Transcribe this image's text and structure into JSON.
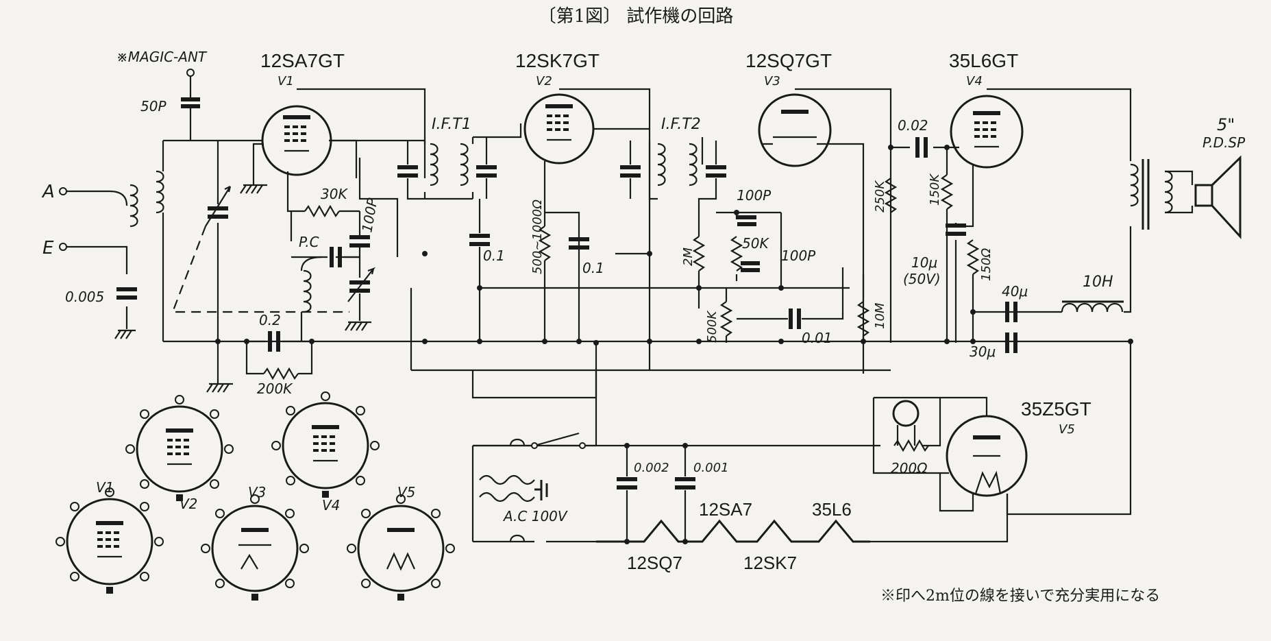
{
  "title": "〔第1図〕 試作機の回路",
  "antenna_label": "※MAGIC-ANT",
  "inputs": {
    "a": "A",
    "e": "E"
  },
  "tubes": {
    "v1": {
      "type": "12SA7GT",
      "ref": "V1"
    },
    "v2": {
      "type": "12SK7GT",
      "ref": "V2"
    },
    "v3": {
      "type": "12SQ7GT",
      "ref": "V3"
    },
    "v4": {
      "type": "35L6GT",
      "ref": "V4"
    },
    "v5": {
      "type": "35Z5GT",
      "ref": "V5"
    }
  },
  "ift": {
    "ift1": "I.F.T1",
    "ift2": "I.F.T2"
  },
  "components": {
    "c_50p": "50P",
    "c_0005": "0.005",
    "r_30k": "30K",
    "c_100p_a": "100P",
    "pc": "P.C",
    "c_02": "0.2",
    "r_200k": "200K",
    "c_01_a": "0.1",
    "r_cathode": "500~1000Ω",
    "c_01_b": "0.1",
    "c_100p_b": "100P",
    "r_2m": "2M",
    "r_50k": "50K",
    "c_100p_c": "100P",
    "vr_500k": "500K",
    "c_001": "0.01",
    "r_10m": "10M",
    "r_250k": "250K",
    "c_002": "0.02",
    "r_150k": "150K",
    "c_10u": "10μ",
    "c_10u_v": "(50V)",
    "r_150": "150Ω",
    "c_40u": "40μ",
    "c_30u": "30μ",
    "choke": "10H",
    "speaker": "5\"",
    "speaker_type": "P.D.SP",
    "r_200": "200Ω",
    "c_0002": "0.002",
    "c_0001": "0.001",
    "ac": "A.C 100V"
  },
  "heaters": [
    "12SQ7",
    "12SA7",
    "12SK7",
    "35L6"
  ],
  "base_labels": [
    "V1",
    "V2",
    "V3",
    "V4",
    "V5"
  ],
  "footnote": "※印へ2m位の線を接いで充分実用になる"
}
